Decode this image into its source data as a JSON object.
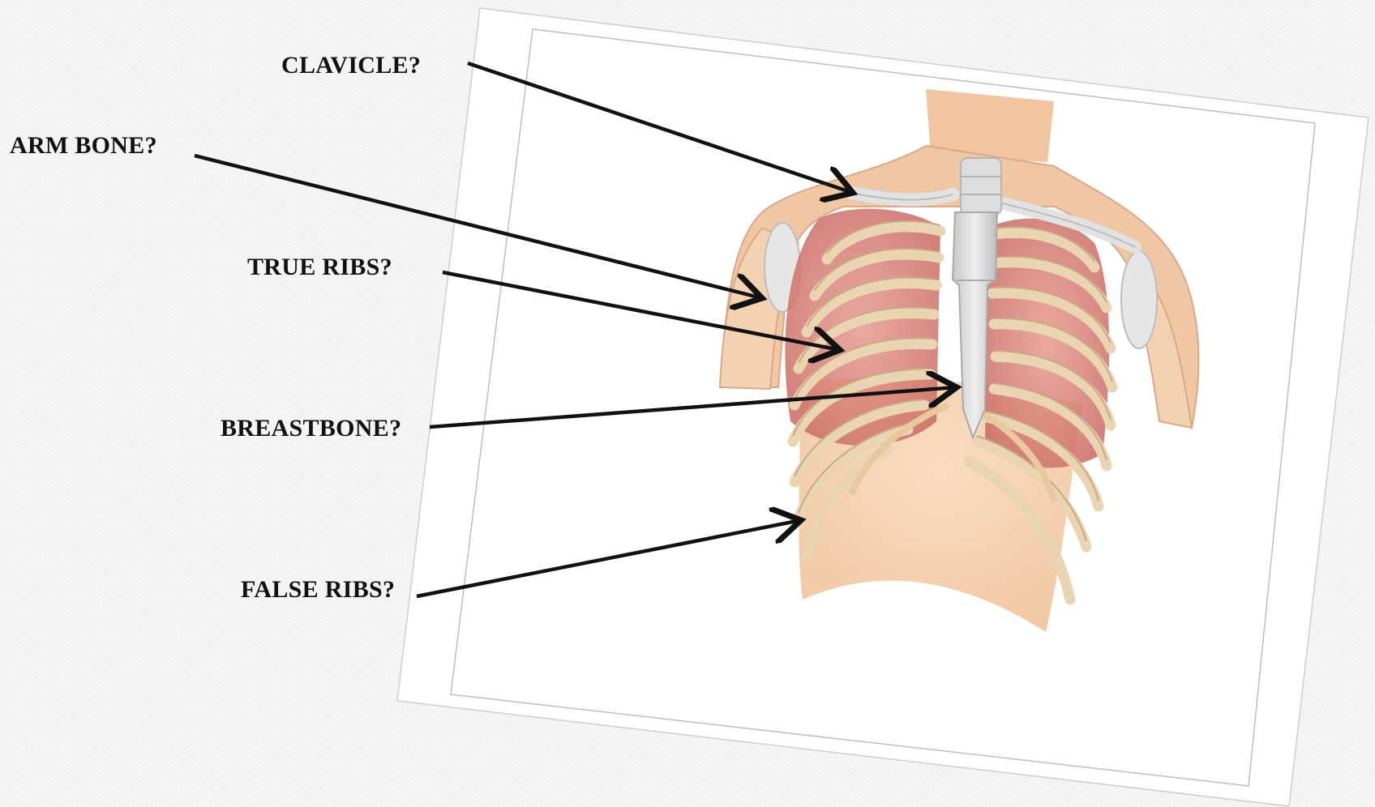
{
  "labels": {
    "clavicle": "CLAVICLE?",
    "arm_bone": "ARM BONE?",
    "true_ribs": "TRUE RIBS?",
    "breastbone": "BREASTBONE?",
    "false_ribs": "FALSE RIBS?"
  },
  "colors": {
    "arrow": "#111111",
    "skin": "#f0c7a4",
    "skin_dark": "#e4b08a",
    "bone": "#dcdcdc",
    "bone_shade": "#b9b9b9",
    "rib_tan": "#ecd0a6",
    "lung_red": "#d9847a",
    "frame_line": "#b9c1c1"
  }
}
